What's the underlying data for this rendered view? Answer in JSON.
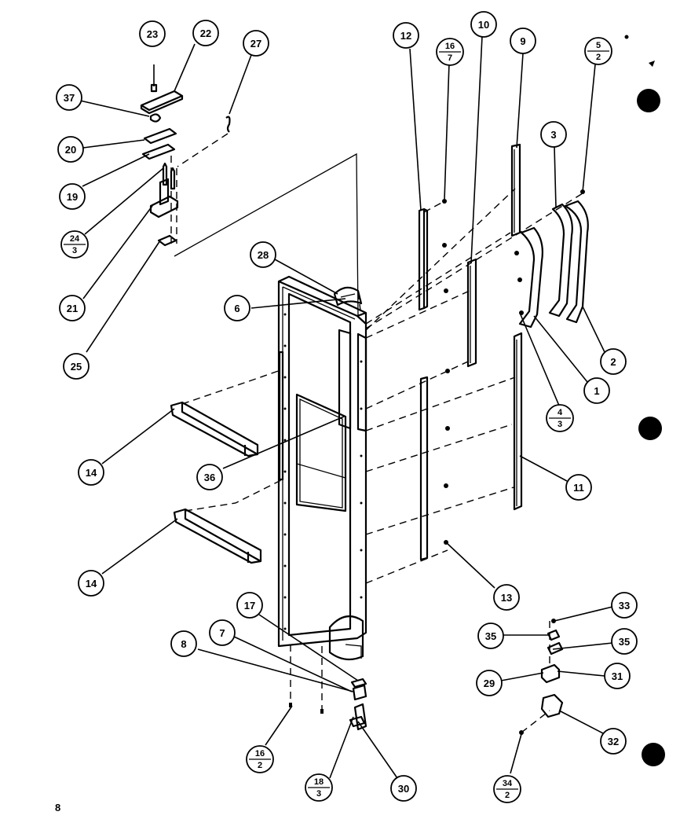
{
  "page_number": "8",
  "callouts": [
    {
      "id": "c23",
      "label": "23"
    },
    {
      "id": "c22",
      "label": "22"
    },
    {
      "id": "c27",
      "label": "27"
    },
    {
      "id": "c37",
      "label": "37"
    },
    {
      "id": "c20",
      "label": "20"
    },
    {
      "id": "c19",
      "label": "19"
    },
    {
      "id": "c24_3",
      "num": "24",
      "den": "3"
    },
    {
      "id": "c21",
      "label": "21"
    },
    {
      "id": "c25",
      "label": "25"
    },
    {
      "id": "c28",
      "label": "28"
    },
    {
      "id": "c6",
      "label": "6"
    },
    {
      "id": "c14a",
      "label": "14"
    },
    {
      "id": "c14b",
      "label": "14"
    },
    {
      "id": "c36",
      "label": "36"
    },
    {
      "id": "c17",
      "label": "17"
    },
    {
      "id": "c7",
      "label": "7"
    },
    {
      "id": "c8",
      "label": "8"
    },
    {
      "id": "c16_2",
      "num": "16",
      "den": "2"
    },
    {
      "id": "c18_3",
      "num": "18",
      "den": "3"
    },
    {
      "id": "c30",
      "label": "30"
    },
    {
      "id": "c12",
      "label": "12"
    },
    {
      "id": "c16_7",
      "num": "16",
      "den": "7"
    },
    {
      "id": "c10",
      "label": "10"
    },
    {
      "id": "c9",
      "label": "9"
    },
    {
      "id": "c5_2",
      "num": "5",
      "den": "2"
    },
    {
      "id": "c3",
      "label": "3"
    },
    {
      "id": "c2",
      "label": "2"
    },
    {
      "id": "c1",
      "label": "1"
    },
    {
      "id": "c4_3",
      "num": "4",
      "den": "3"
    },
    {
      "id": "c11",
      "label": "11"
    },
    {
      "id": "c13",
      "label": "13"
    },
    {
      "id": "c33",
      "label": "33"
    },
    {
      "id": "c35a",
      "label": "35"
    },
    {
      "id": "c35b",
      "label": "35"
    },
    {
      "id": "c29",
      "label": "29"
    },
    {
      "id": "c31",
      "label": "31"
    },
    {
      "id": "c32",
      "label": "32"
    },
    {
      "id": "c34_2",
      "num": "34",
      "den": "2"
    }
  ]
}
